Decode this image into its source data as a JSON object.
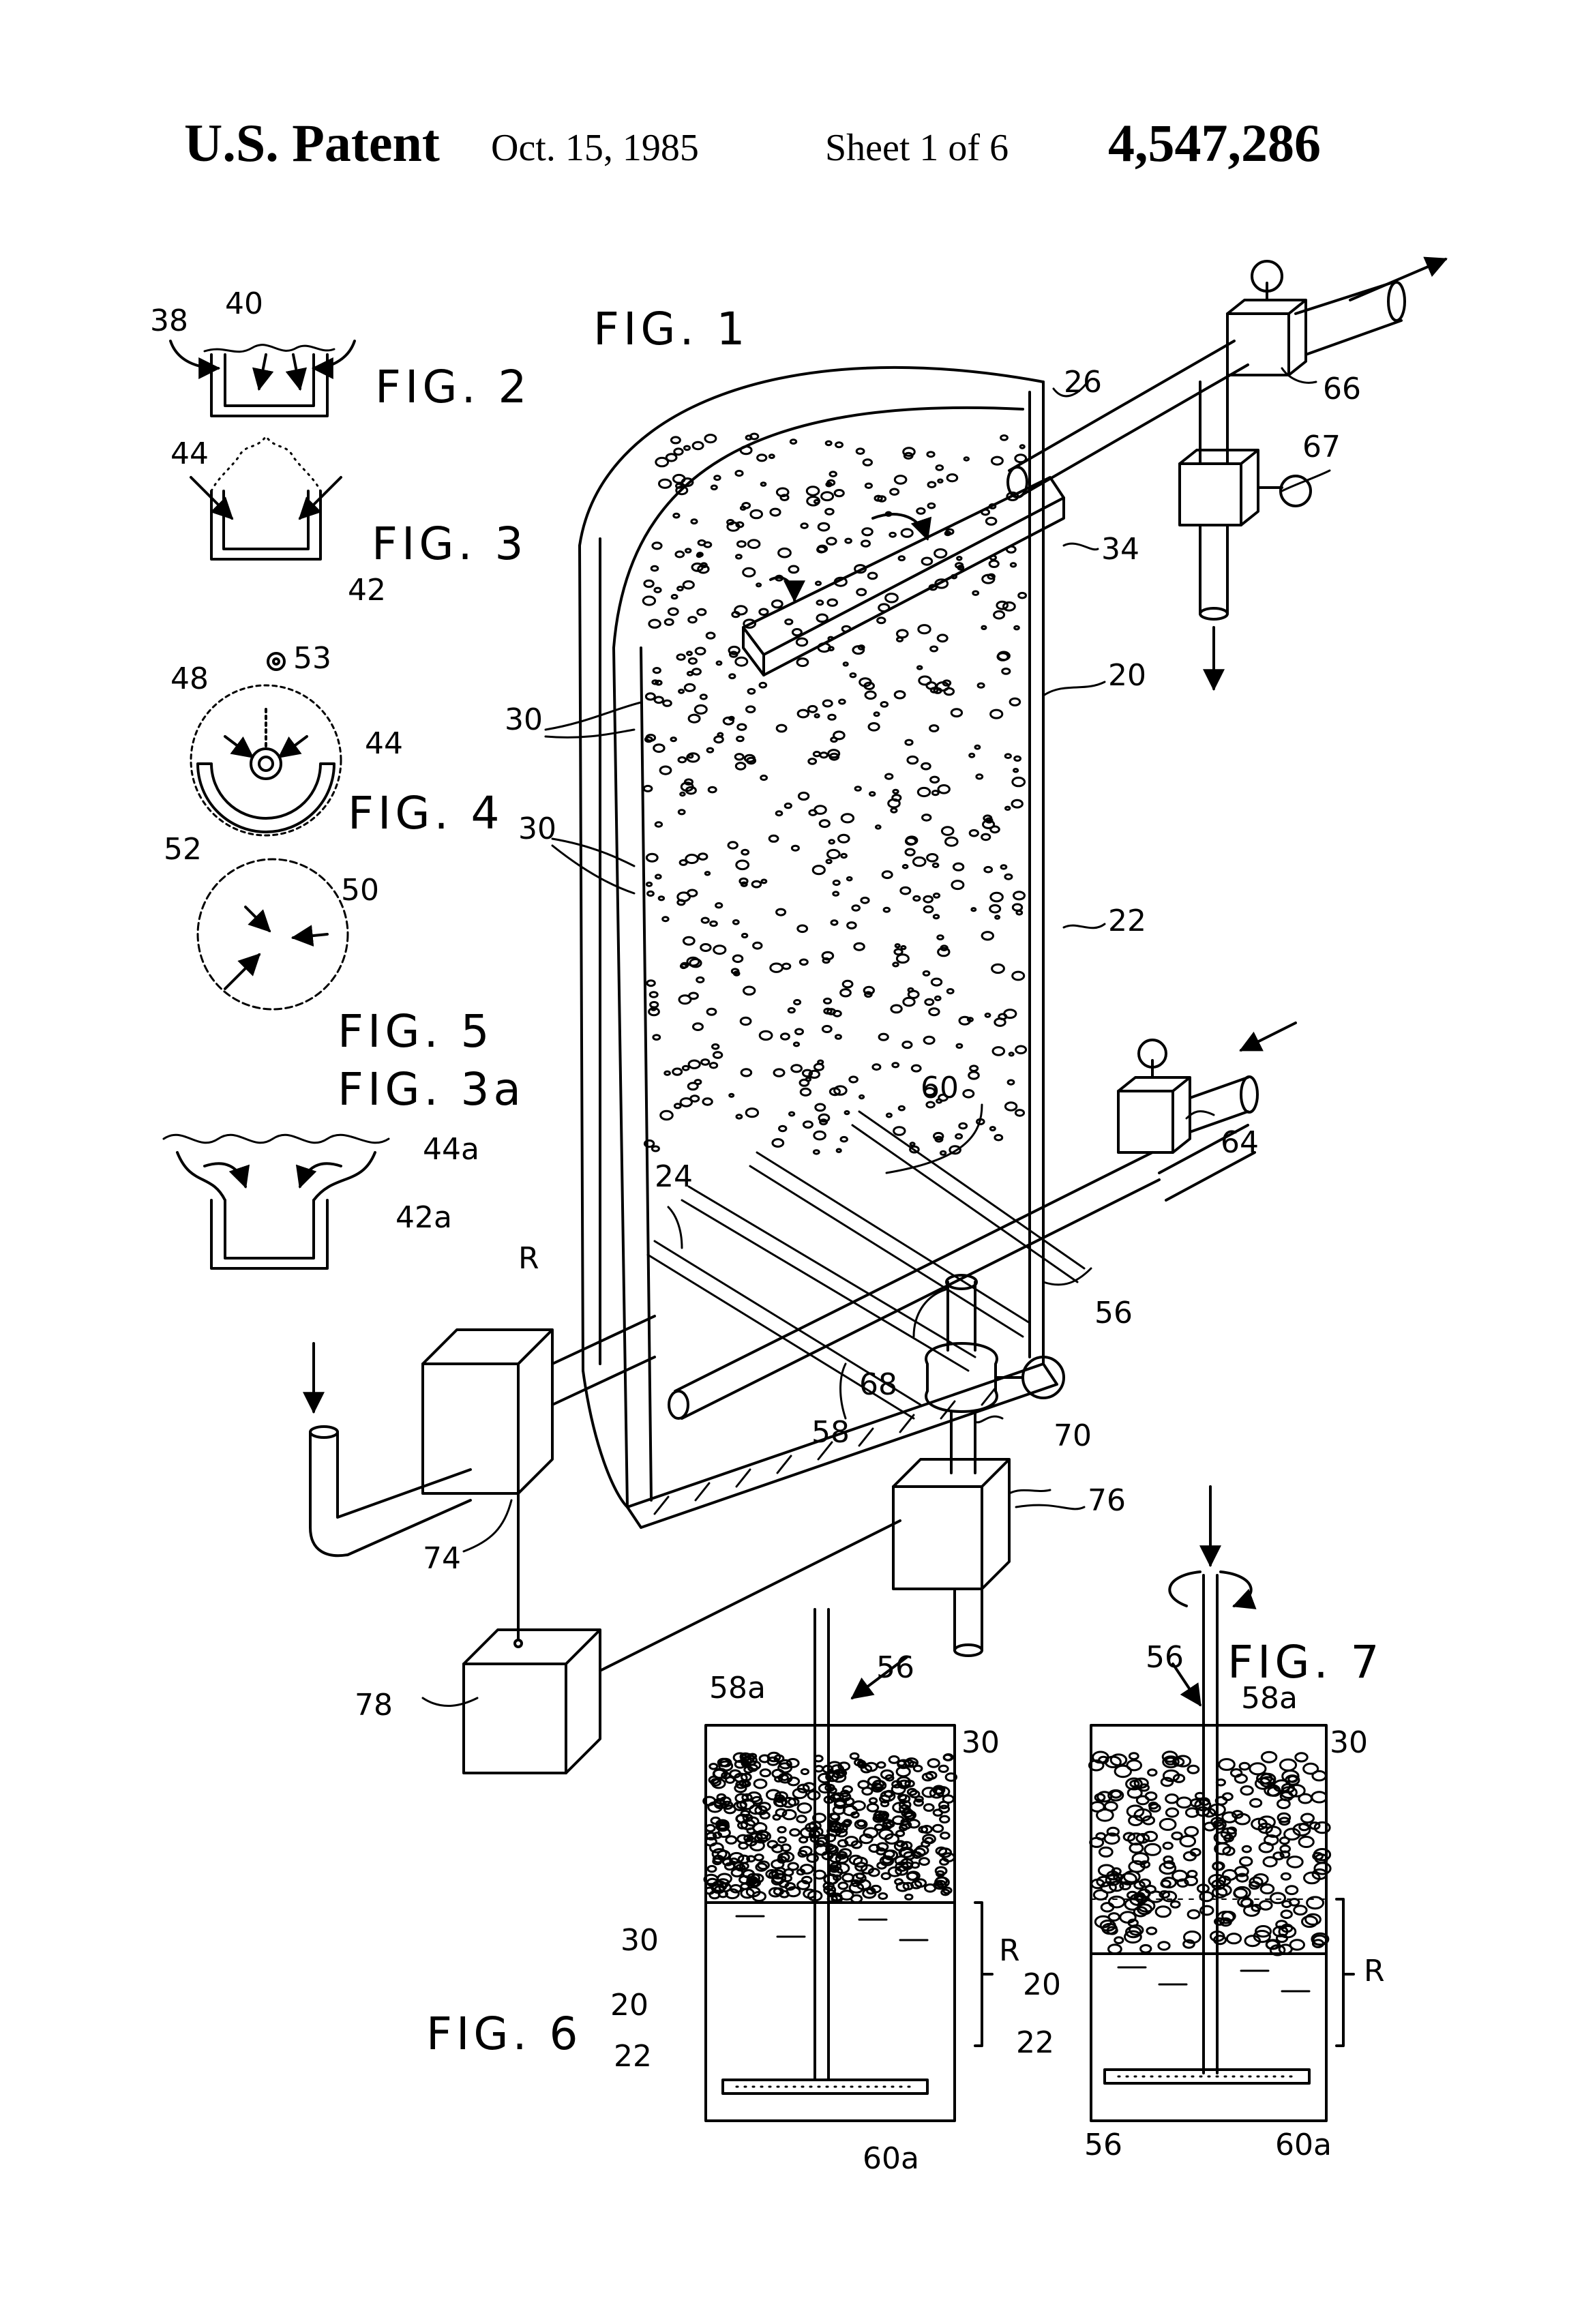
{
  "header": {
    "title": "U.S. Patent",
    "date": "Oct. 15, 1985",
    "sheet": "Sheet 1 of 6",
    "patent_number": "4,547,286"
  },
  "figures": {
    "fig1": "FIG. 1",
    "fig2": "FIG. 2",
    "fig3": "FIG. 3",
    "fig3a": "FIG. 3a",
    "fig4": "FIG. 4",
    "fig5": "FIG. 5",
    "fig6": "FIG. 6",
    "fig7": "FIG. 7"
  },
  "labels": {
    "l20": "20",
    "l22": "22",
    "l24": "24",
    "l26": "26",
    "l30": "30",
    "l34": "34",
    "l38": "38",
    "l40": "40",
    "l42": "42",
    "l42a": "42a",
    "l44": "44",
    "l44a": "44a",
    "l48": "48",
    "l50": "50",
    "l52": "52",
    "l53": "53",
    "l56": "56",
    "l58": "58",
    "l58a": "58a",
    "l60": "60",
    "l60a": "60a",
    "l64": "64",
    "l66": "66",
    "l67": "67",
    "l68": "68",
    "l70": "70",
    "l74": "74",
    "l76": "76",
    "l78": "78",
    "lR": "R"
  }
}
